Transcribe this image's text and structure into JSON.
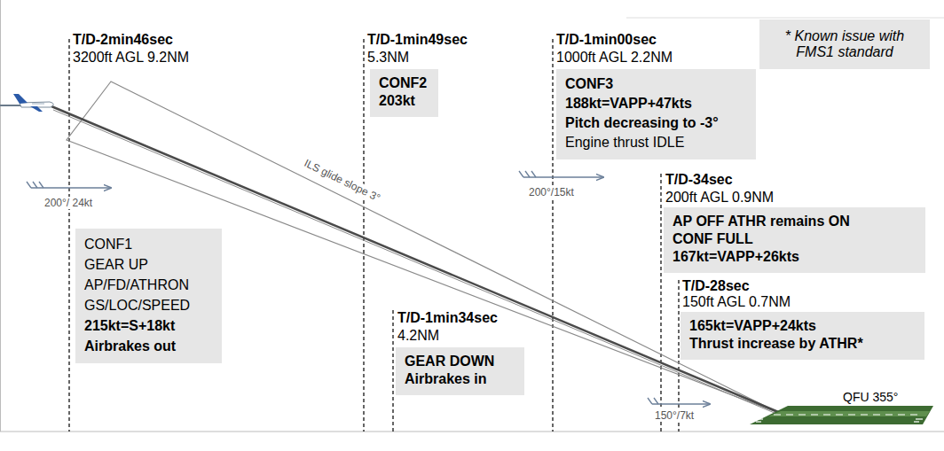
{
  "diagram": {
    "nodes": [
      {
        "text": [
          "CONF2",
          "203kt"
        ]
      },
      {
        "text": [
          "CONF3",
          "188kt=VAPP+47kts",
          "Pitch decreasing to -3°",
          "Engine thrust IDLE"
        ]
      },
      {
        "text": [
          "* Known issue with FMS1 standard"
        ]
      },
      {
        "text": [
          "CONF1",
          "GEAR UP",
          "AP/FD/ATHRON",
          "GS/LOC/SPEED",
          "215kt=S+18kt",
          "Airbrakes out"
        ]
      },
      {
        "text": [
          "AP OFF ATHR remains ON",
          "CONF FULL",
          "167kt=VAPP+26kts"
        ]
      },
      {
        "text": [
          "165kt=VAPP+24kts",
          "Thrust increase by ATHR*"
        ]
      },
      {
        "text": [
          "GEAR DOWN",
          "Airbrakes in"
        ]
      }
    ],
    "edges": [],
    "labels": [
      "T/D-2min46sec",
      "3200ft AGL 9.2NM",
      "T/D-1min49sec",
      "5.3NM",
      "T/D-1min00sec",
      "1000ft AGL 2.2NM",
      "T/D-34sec",
      "200ft AGL 0.9NM",
      "T/D-28sec",
      "150ft AGL 0.7NM",
      "T/D-1min34sec",
      "4.2NM",
      "200°/ 24kt",
      "200°/15kt",
      "150°/7kt",
      "ILS glide slope 3°",
      "QFU 355°"
    ]
  }
}
